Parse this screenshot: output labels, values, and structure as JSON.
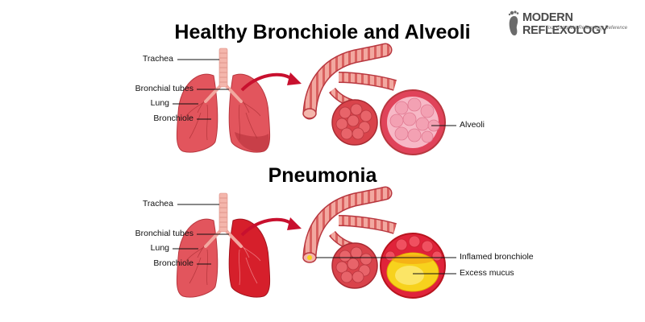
{
  "titles": {
    "healthy": "Healthy Bronchiole and Alveoli",
    "pneumonia": "Pneumonia"
  },
  "labels": {
    "healthy": {
      "trachea": "Trachea",
      "bronchial_tubes": "Bronchial tubes",
      "lung": "Lung",
      "bronchiole": "Bronchiole",
      "alveoli": "Alveoli"
    },
    "pneumonia": {
      "trachea": "Trachea",
      "bronchial_tubes": "Bronchial tubes",
      "lung": "Lung",
      "bronchiole": "Bronchiole",
      "inflamed_bronchiole": "Inflamed bronchiole",
      "excess_mucus": "Excess mucus"
    }
  },
  "logo": {
    "brand": "MODERN REFLEXOLOGY",
    "tagline": "Your Complete Reflexology Reference",
    "icon": "footprint-icon"
  },
  "colors": {
    "lung": "#e2555d",
    "lung_dark": "#c23a44",
    "trachea": "#f2a8a0",
    "bronchi": "#b3343a",
    "alveoli_healthy": "#f3a1b3",
    "mucus": "#f7d21d",
    "arrow": "#c8102e"
  }
}
